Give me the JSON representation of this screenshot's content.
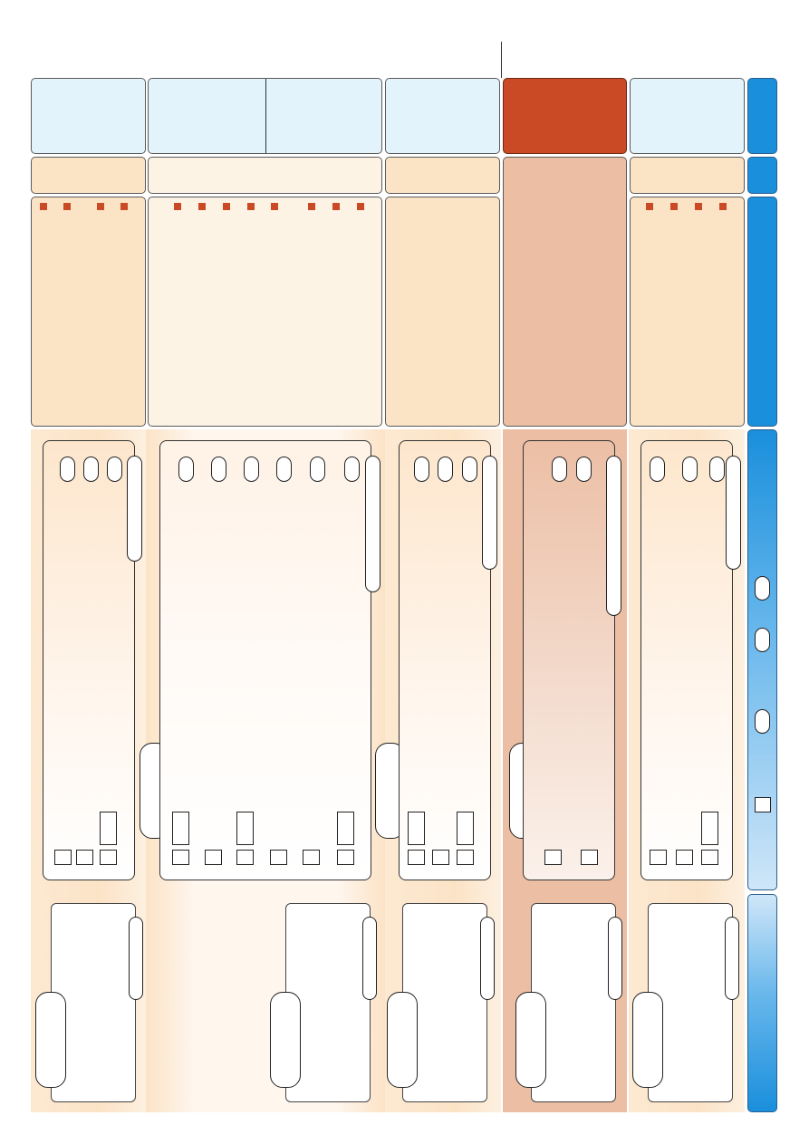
{
  "diagram": {
    "description_text": [],
    "colors": {
      "header_fill": "#e3f3fc",
      "active_header_fill": "#c94a25",
      "label_fill": "#fbe3c6",
      "panel_fill": "#fdf3e5",
      "active_column_fill": "#ecbfa5",
      "marker_fill": "#c94a25",
      "side_bar_fill": "#1a8fdc"
    },
    "columns": [
      {
        "id": "col-1",
        "markers": 4,
        "shaft_ovals": 3,
        "shaft_squares": 3,
        "active": false
      },
      {
        "id": "col-2",
        "markers": 8,
        "shaft_ovals": 6,
        "shaft_squares": 6,
        "active": false
      },
      {
        "id": "col-3",
        "markers": 0,
        "shaft_ovals": 3,
        "shaft_squares": 3,
        "active": false
      },
      {
        "id": "col-4",
        "markers": 0,
        "shaft_ovals": 2,
        "shaft_squares": 2,
        "active": true
      },
      {
        "id": "col-5",
        "markers": 4,
        "shaft_ovals": 3,
        "shaft_squares": 3,
        "active": false
      }
    ],
    "side_bar": {
      "ovals": 3,
      "squares": 1
    }
  }
}
